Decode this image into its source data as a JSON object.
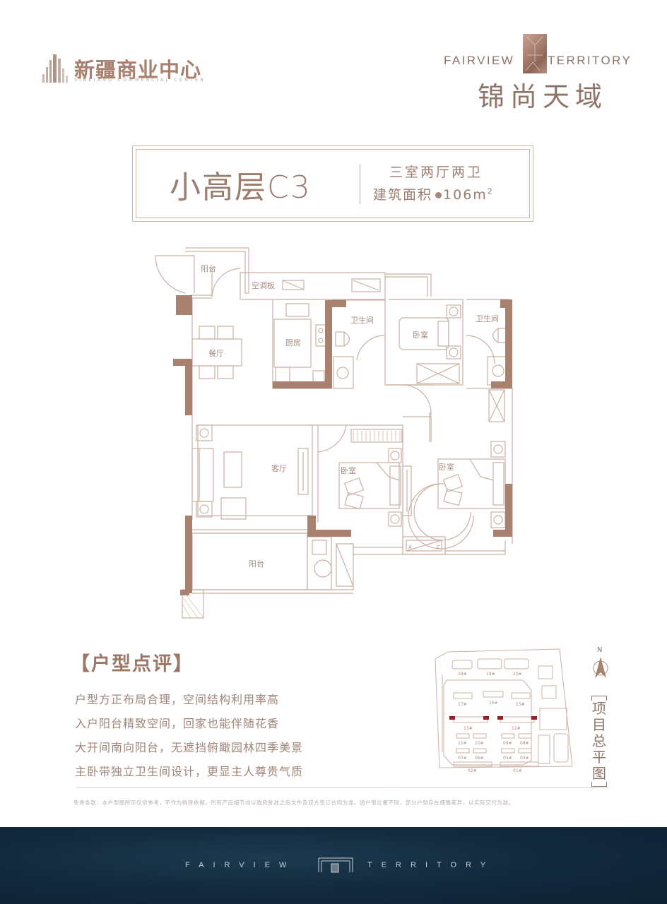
{
  "header": {
    "developer_logo": {
      "name_cn": "新疆商业中心",
      "name_en": "SINKIANG COMMERCIAL CENTER",
      "icon": "building-bars-icon"
    },
    "project_brand": {
      "name_en_left": "FAIRVIEW",
      "name_en_right": "TERRITORY",
      "name_cn": "锦尚天域",
      "icon": "emblem-icon"
    }
  },
  "unit": {
    "title": "小高层C3",
    "layout": "三室两厅两卫",
    "area_label": "建筑面积",
    "area_value": "106m",
    "area_unit_sup": "2"
  },
  "floor_plan": {
    "rooms": {
      "entry_balcony": "阳台",
      "ac_platform": "空调板",
      "dining": "餐厅",
      "kitchen": "厨房",
      "bathroom_1": "卫生间",
      "bedroom_north": "卧室",
      "bathroom_2": "卫生间",
      "living": "客厅",
      "bedroom_middle": "卧室",
      "bedroom_master": "卧室",
      "south_balcony": "阳台"
    },
    "ac_marks": {
      "a": "A",
      "c": "C"
    },
    "colors": {
      "line": "#c9b1a5",
      "wall": "#a8816f"
    }
  },
  "review": {
    "heading": "【户型点评】",
    "points": [
      "户型方正布局合理，空间结构利用率高",
      "入户阳台精致空间，回家也能伴随花香",
      "大开间南向阳台，无遮挡俯瞰园林四季美景",
      "主卧带独立卫生间设计，更显主人尊贵气质"
    ]
  },
  "site_plan": {
    "title_chars": [
      "项",
      "目",
      "总",
      "平",
      "图"
    ],
    "north_label": "N",
    "buildings": [
      "18#",
      "19#",
      "20#",
      "17#",
      "16#",
      "15#",
      "13#",
      "12#",
      "11#",
      "10#",
      "09#",
      "08#",
      "07#",
      "06#",
      "05#",
      "03#",
      "02#",
      "01#"
    ],
    "highlight_color": "#9b1c24"
  },
  "disclaimer": "免责条款：本户型图所示仅供参考，不作为购房依据，所有产品细节均以政府批准之后文件及双方签订合同为准，因户型位置不同，部分户型存在细微差异，以实际交付为准。",
  "footer": {
    "left": "FAIRVIEW",
    "right": "TERRITORY",
    "background": "#132b3e"
  },
  "colors": {
    "accent": "#a8816f",
    "text": "#9a7e70",
    "footer_bg": "#132b3e"
  }
}
